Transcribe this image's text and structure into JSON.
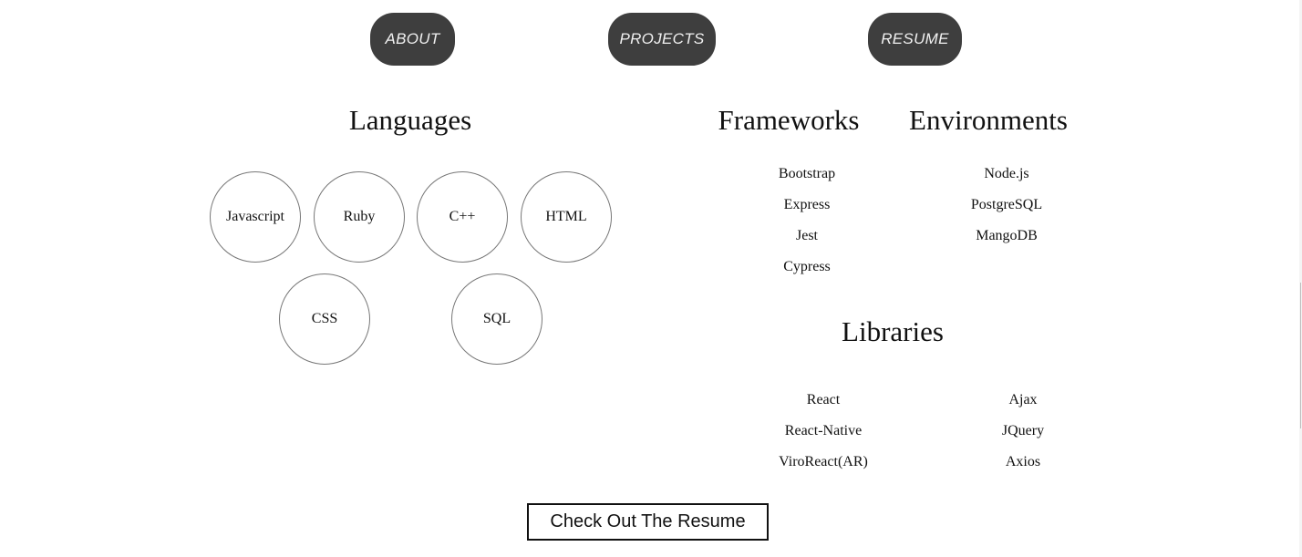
{
  "nav": {
    "about": "ABOUT",
    "projects": "PROJECTS",
    "resume": "RESUME"
  },
  "languages": {
    "title": "Languages",
    "items": [
      "Javascript",
      "Ruby",
      "C++",
      "HTML",
      "CSS",
      "SQL"
    ]
  },
  "frameworks": {
    "title": "Frameworks",
    "items": [
      "Bootstrap",
      "Express",
      "Jest",
      "Cypress"
    ]
  },
  "environments": {
    "title": "Environments",
    "items": [
      "Node.js",
      "PostgreSQL",
      "MangoDB"
    ]
  },
  "libraries": {
    "title": "Libraries",
    "left": [
      "React",
      "React-Native",
      "ViroReact(AR)"
    ],
    "right": [
      "Ajax",
      "JQuery",
      "Axios"
    ]
  },
  "cta": {
    "label": "Check Out The Resume"
  },
  "colors": {
    "nav_background": "#3e3e3e",
    "nav_text": "#f0f0f0",
    "bubble_border": "#777777",
    "cta_border": "#111111"
  }
}
